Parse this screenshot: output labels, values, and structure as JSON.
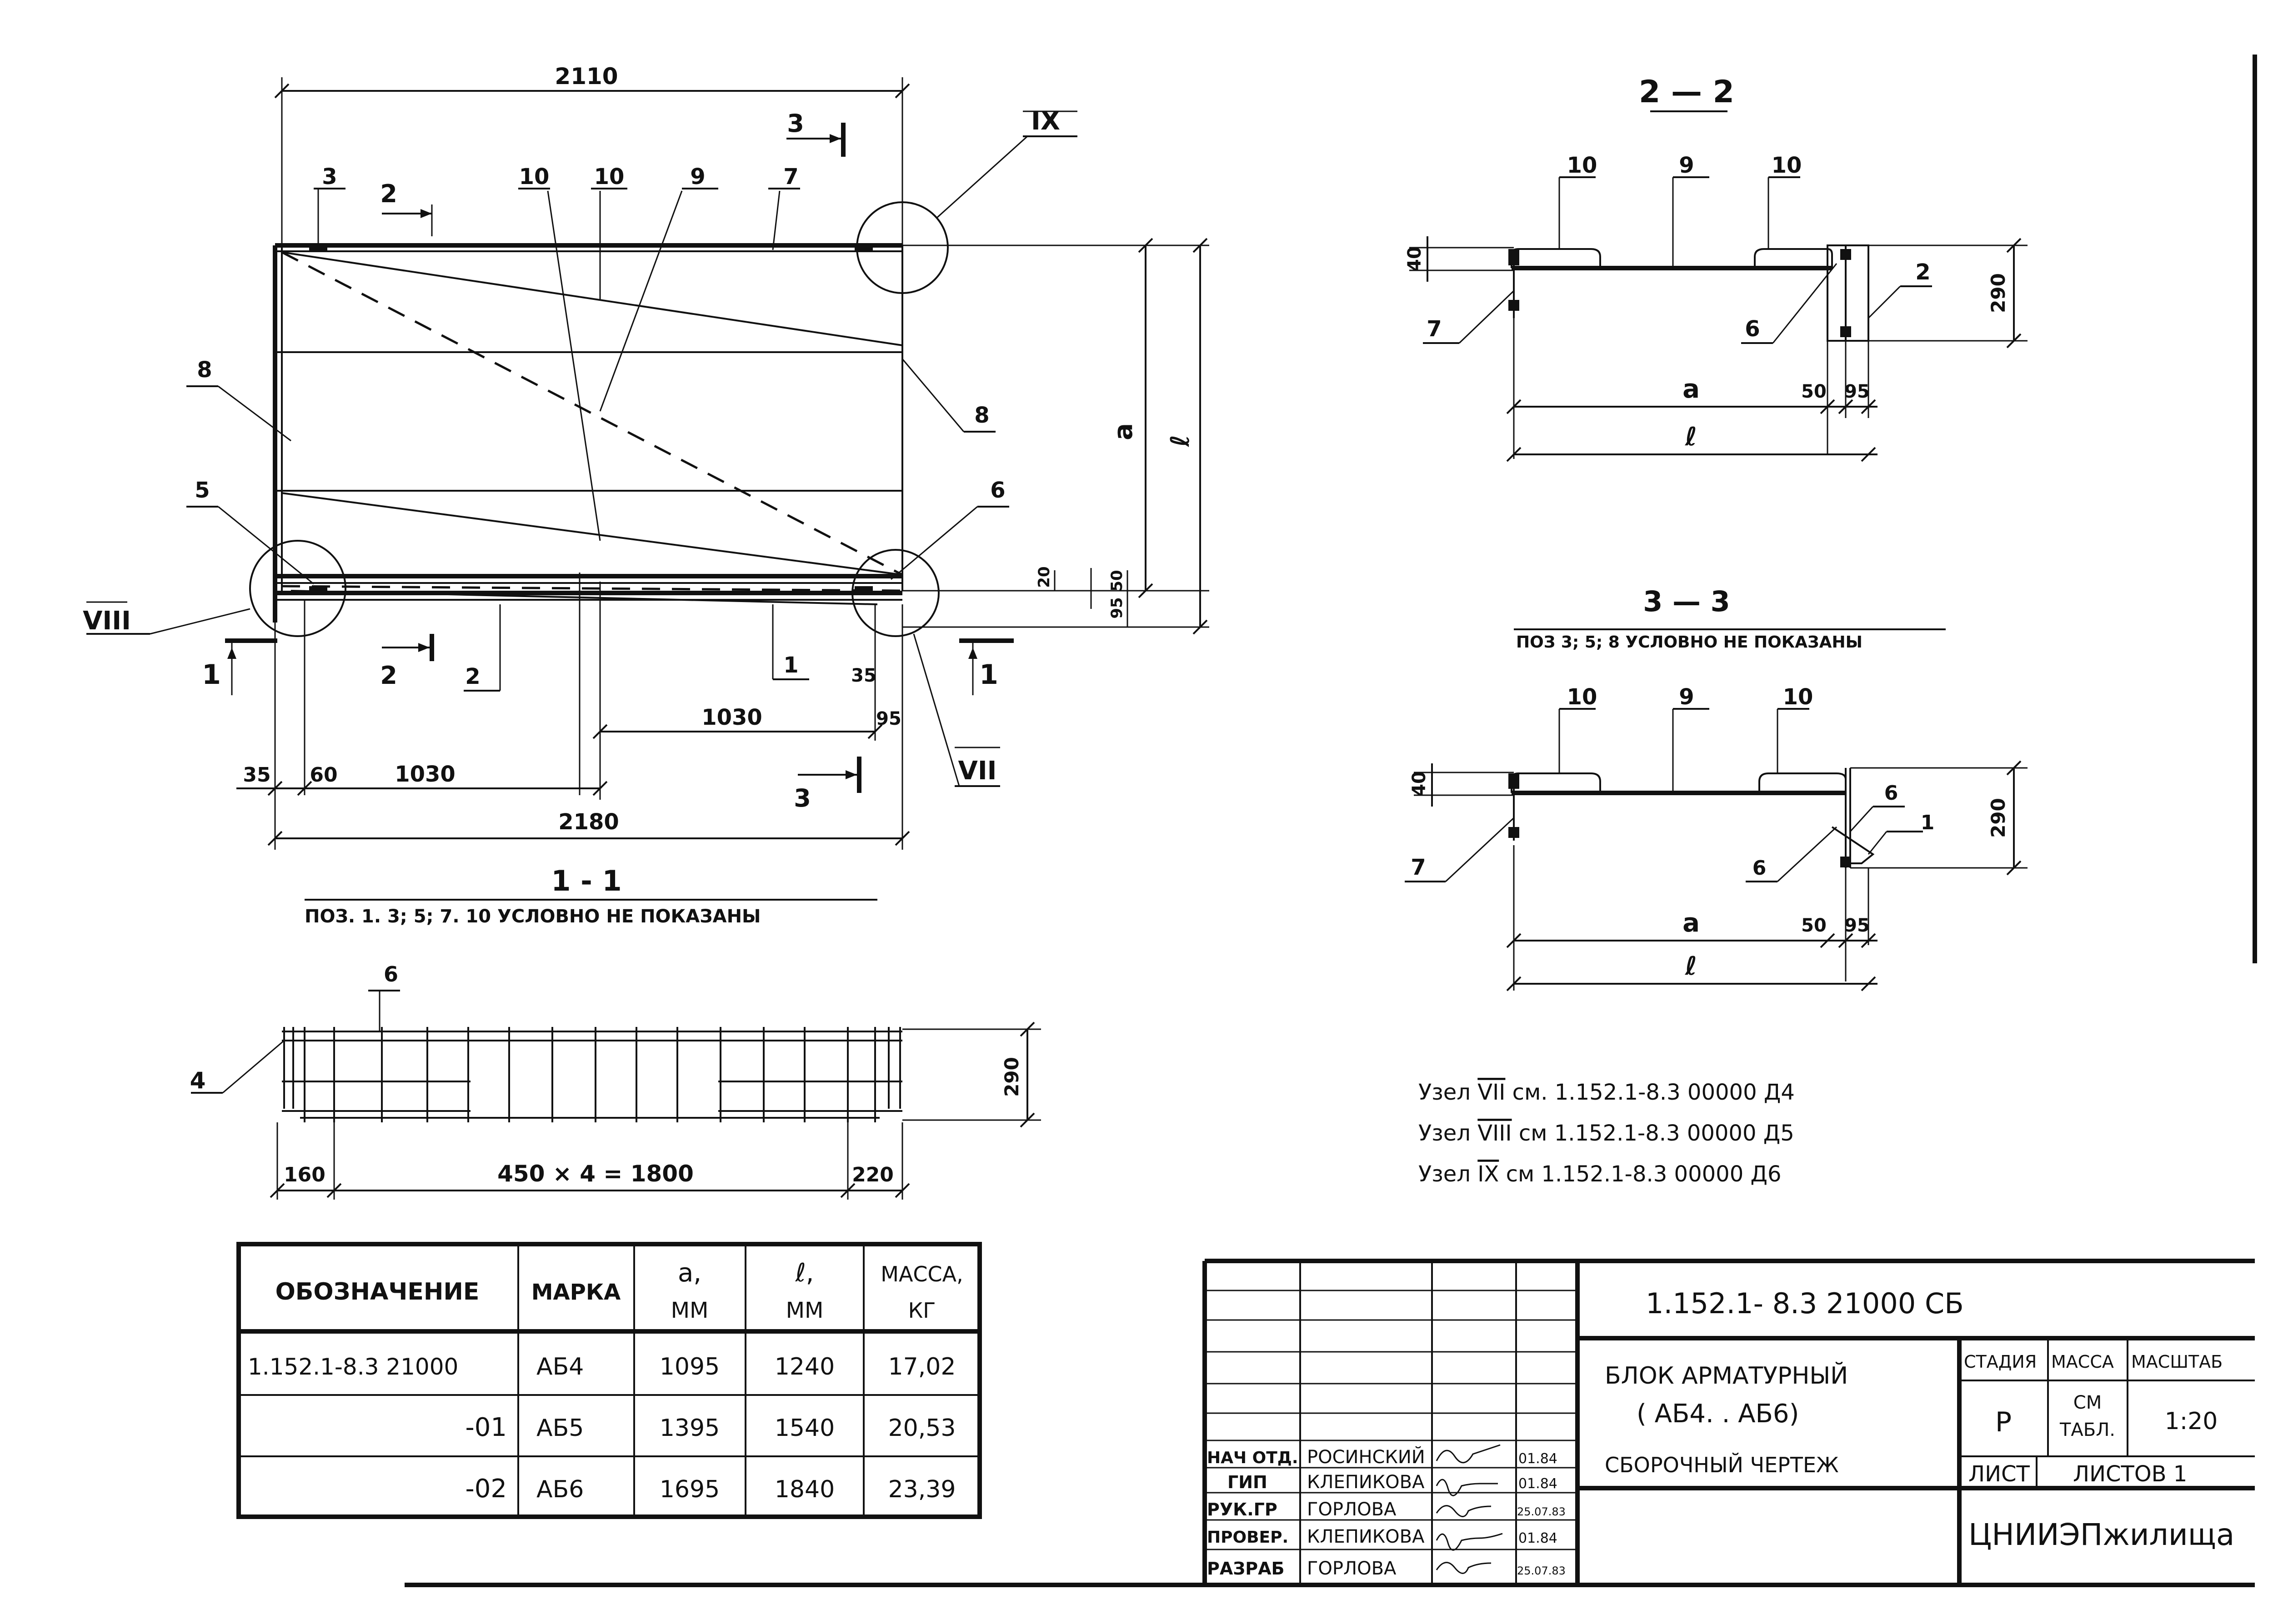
{
  "drawing_1_1": {
    "dim_top": "2110",
    "dim_bottom_total": "2180",
    "dim_left_35": "35",
    "dim_60": "60",
    "dim_1030_left": "1030",
    "dim_1030_mid": "1030",
    "dim_35_right": "35",
    "dim_95_right": "95",
    "dim_a": "a",
    "dim_l": "ℓ",
    "dim_20": "20",
    "dim_50": "50",
    "dim_95": "95",
    "label_3_a": "3",
    "label_2_a": "2",
    "label_10_a": "10",
    "label_10_b": "10",
    "label_9": "9",
    "label_7": "7",
    "label_8_left": "8",
    "label_8_right": "8",
    "label_5": "5",
    "label_6": "6",
    "label_2_b": "2",
    "label_1": "1",
    "section_3_top": "3",
    "section_3_bottom": "3",
    "section_2_top": "2",
    "section_2_bottom": "2",
    "section_1_left": "1",
    "section_1_right": "1",
    "node_ix": "IX",
    "node_viii": "VIII",
    "node_vii": "VII",
    "title": "1 - 1",
    "note": "ПОЗ. 1. 3; 5; 7. 10   УСЛОВНО НЕ ПОКАЗАНЫ"
  },
  "drawing_grid": {
    "label_6": "6",
    "label_4": "4",
    "dim_290": "290",
    "dim_160": "160",
    "dim_middle": "450 × 4 = 1800",
    "dim_220": "220"
  },
  "section_2_2": {
    "title": "2 — 2",
    "label_10_a": "10",
    "label_9": "9",
    "label_10_b": "10",
    "label_7": "7",
    "label_6": "6",
    "label_2": "2",
    "dim_40": "40",
    "dim_290": "290",
    "dim_a": "a",
    "dim_50": "50",
    "dim_95": "95",
    "dim_l": "ℓ"
  },
  "section_3_3": {
    "title": "3 — 3",
    "note": "ПОЗ 3; 5; 8  УСЛОВНО НЕ ПОКАЗАНЫ",
    "label_10_a": "10",
    "label_9": "9",
    "label_10_b": "10",
    "label_6_top": "6",
    "label_1": "1",
    "label_6_bottom": "6",
    "label_7": "7",
    "dim_40": "40",
    "dim_290": "290",
    "dim_a": "a",
    "dim_50": "50",
    "dim_95": "95",
    "dim_l": "ℓ"
  },
  "node_refs": [
    {
      "prefix": "Узел",
      "num": "VII",
      "text": "см. 1.152.1-8.3 00000 Д4"
    },
    {
      "prefix": "Узел",
      "num": "VIII",
      "text": "см 1.152.1-8.3 00000 Д5"
    },
    {
      "prefix": "Узел",
      "num": "IX",
      "text": "см 1.152.1-8.3 00000 Д6"
    }
  ],
  "spec_table": {
    "headers": [
      "ОБОЗНАЧЕНИЕ",
      "МАРКА",
      "a,\nMM",
      "ℓ,\nMM",
      "МАССА,\nКГ"
    ],
    "header_lines": [
      [
        "ОБОЗНАЧЕНИЕ"
      ],
      [
        "МАРКА"
      ],
      [
        "a,",
        "MM"
      ],
      [
        "ℓ,",
        "MM"
      ],
      [
        "МАССА,",
        "КГ"
      ]
    ],
    "rows": [
      [
        "1.152.1-8.3  21000",
        "АБ4",
        "1095",
        "1240",
        "17,02"
      ],
      [
        "-01",
        "АБ5",
        "1395",
        "1540",
        "20,53"
      ],
      [
        "-02",
        "АБ6",
        "1695",
        "1840",
        "23,39"
      ]
    ]
  },
  "title_block": {
    "doc_code": "1.152.1- 8.3   21000 СБ",
    "name_line1": "БЛОК АРМАТУРНЫЙ",
    "name_line2": "( АБ4. . АБ6)",
    "name_line3": "СБОРОЧНЫЙ ЧЕРТЕЖ",
    "stage_header": "СТАДИЯ",
    "mass_header": "МАССА",
    "scale_header": "МАСШТАБ",
    "stage_value": "Р",
    "mass_value_line1": "СМ",
    "mass_value_line2": "ТАБЛ.",
    "scale_value": "1:20",
    "sheet_label": "ЛИСТ",
    "sheets_label": "ЛИСТОВ 1",
    "org": "ЦНИИЭПжилища",
    "signers": [
      {
        "role": "НАЧ ОТД.",
        "name": "РОСИНСКИЙ",
        "date": "01.84"
      },
      {
        "role": "ГИП",
        "name": "КЛЕПИКОВА",
        "date": "01.84"
      },
      {
        "role": "РУК.ГР",
        "name": "ГОРЛОВА",
        "date": "25.07.83"
      },
      {
        "role": "ПРОВЕР.",
        "name": "КЛЕПИКОВА",
        "date": "01.84"
      },
      {
        "role": "РАЗРАБ",
        "name": "ГОРЛОВА",
        "date": "25.07.83"
      }
    ]
  }
}
